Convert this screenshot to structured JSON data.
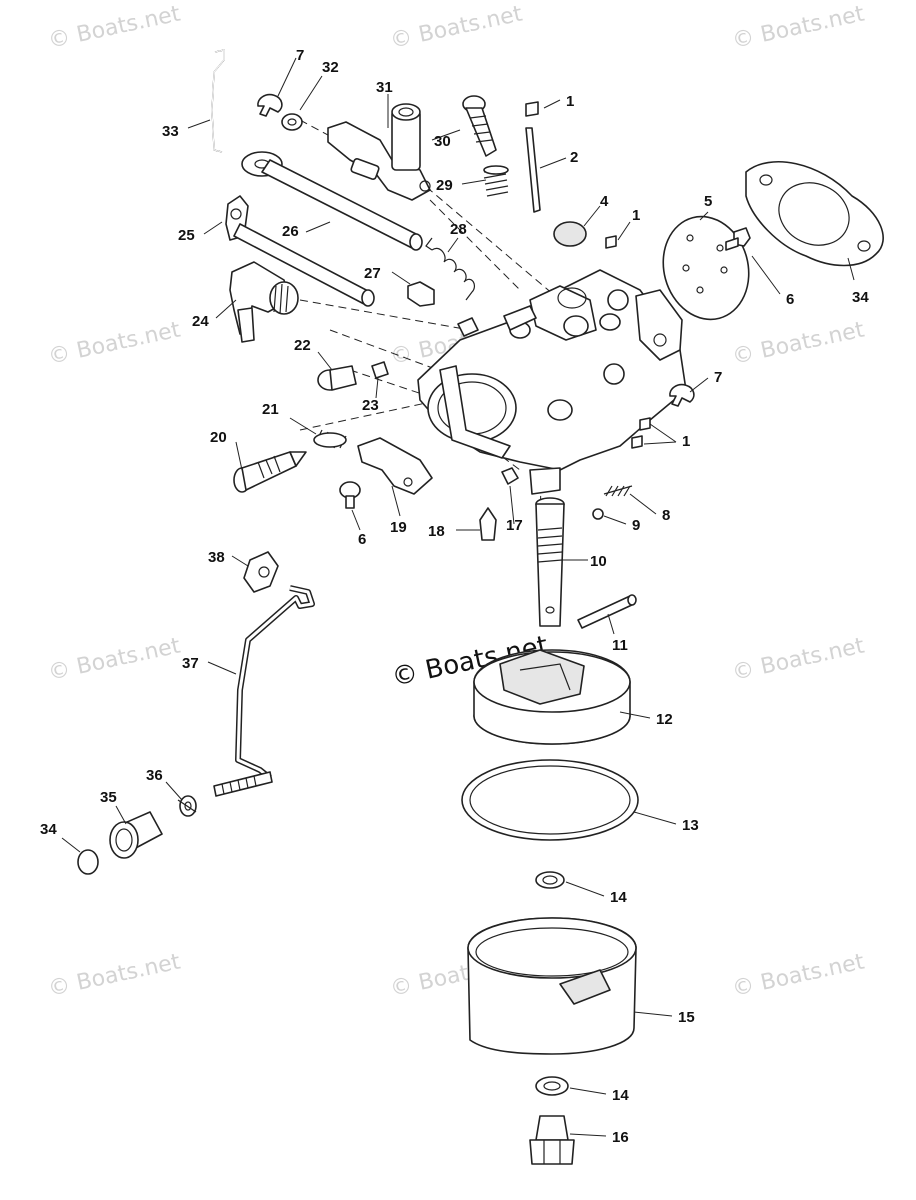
{
  "watermark_text": "© Boats.net",
  "center_watermark_text": "© Boats.net",
  "callouts": {
    "n1a": "1",
    "n1b": "1",
    "n1c": "1",
    "n2": "2",
    "n4": "4",
    "n5": "5",
    "n6a": "6",
    "n6b": "6",
    "n7a": "7",
    "n7b": "7",
    "n8": "8",
    "n9": "9",
    "n10": "10",
    "n11": "11",
    "n12": "12",
    "n13": "13",
    "n14a": "14",
    "n14b": "14",
    "n15": "15",
    "n16": "16",
    "n17": "17",
    "n18": "18",
    "n19": "19",
    "n20": "20",
    "n21": "21",
    "n22": "22",
    "n23": "23",
    "n24": "24",
    "n25": "25",
    "n26": "26",
    "n27": "27",
    "n28": "28",
    "n29": "29",
    "n30": "30",
    "n31": "31",
    "n32": "32",
    "n33": "33",
    "n34a": "34",
    "n34b": "34",
    "n35": "35",
    "n36": "36",
    "n37": "37",
    "n38": "38"
  }
}
